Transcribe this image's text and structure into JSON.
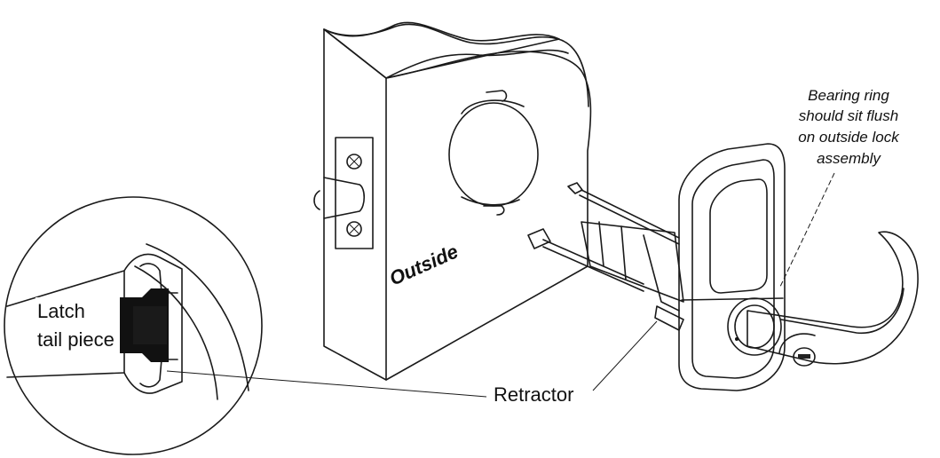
{
  "labels": {
    "outside": "Outside",
    "bearing_ring": [
      "Bearing ring",
      "should sit flush",
      "on outside lock",
      "assembly"
    ],
    "latch_tail_piece": [
      "Latch",
      "tail piece"
    ],
    "retractor": "Retractor"
  },
  "colors": {
    "ink": "#1a1a1a",
    "paper": "#ffffff",
    "shade": "#cfcfcf",
    "dark": "#111111"
  }
}
